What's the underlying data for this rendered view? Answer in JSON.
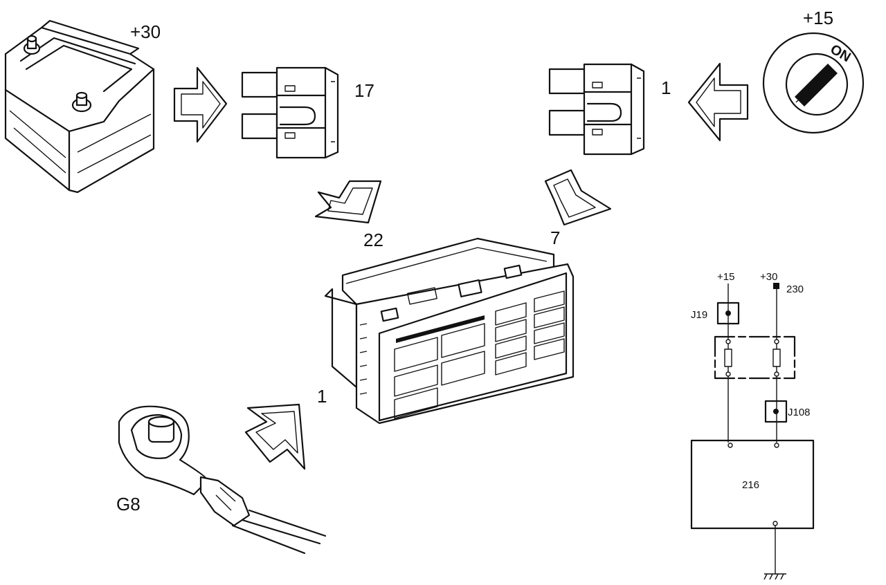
{
  "labels": {
    "battery_terminal": "+30",
    "ignition_terminal": "+15",
    "ignition_on": "ON",
    "fuse_left_number": "17",
    "fuse_right_number": "1",
    "arrow_left_pin": "22",
    "arrow_right_pin": "7",
    "ground_arrow_pin": "1",
    "ground_point": "G8"
  },
  "schematic": {
    "supply_15": "+15",
    "supply_30": "+30",
    "wire_230": "230",
    "connector_j19": "J19",
    "connector_j108": "J108",
    "unit_216": "216"
  }
}
